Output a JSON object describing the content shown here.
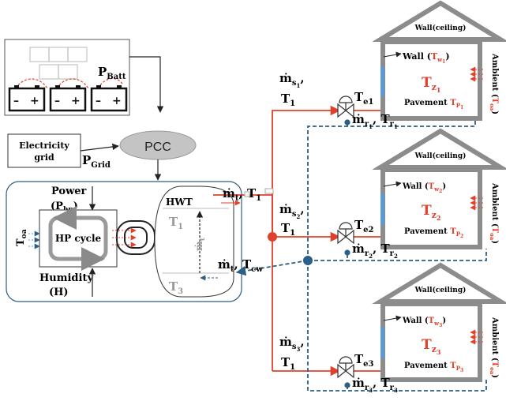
{
  "battery": {
    "p_label": "P",
    "p_sub": "Batt"
  },
  "grid": {
    "line1": "Electricity",
    "line2": "grid",
    "p_label": "P",
    "p_sub": "Grid"
  },
  "pcc": {
    "label": "PCC"
  },
  "heat_pump": {
    "power_label": "Power",
    "power_sym": "(P",
    "power_sub": "hp",
    "power_close": ")",
    "toa_label": "T",
    "toa_sub": "oa",
    "cycle_label": "HP cycle",
    "humidity_label": "Humidity",
    "humidity_sym": "(H)"
  },
  "tank": {
    "label": "HWT",
    "t1": "T",
    "t1_sub": "1",
    "t3": "T",
    "t3_sub": "3",
    "mt": "ṁ",
    "mt_sub": "t"
  },
  "supply": {
    "m": "ṁ",
    "m_sub": "t",
    "t": "T",
    "t_sub": "1"
  },
  "return": {
    "m": "ṁ",
    "m_sub": "t",
    "t": "T",
    "t_sub": "cw"
  },
  "zones": [
    {
      "wall_ceiling": "Wall(ceiling)",
      "wall": "Wall",
      "tw": "T",
      "tw_sub": "w",
      "tw_idx": "1",
      "tz": "T",
      "tz_sub": "z",
      "tz_idx": "1",
      "pavement": "Pavement",
      "tp": "T",
      "tp_sub": "P",
      "tp_idx": "1",
      "ambient": "Ambient",
      "tam": "T",
      "tam_sub": "oa",
      "ms": "ṁ",
      "ms_sub": "s",
      "ms_idx": "1",
      "ms_t": "T",
      "ms_t_sub": "1",
      "te": "T",
      "te_sub": "e1",
      "mr": "ṁ",
      "mr_sub": "r",
      "mr_idx": "1",
      "mr_t": "T",
      "mr_t_sub": "r",
      "mr_t_idx": "1"
    },
    {
      "wall_ceiling": "Wall(ceiling)",
      "wall": "Wall",
      "tw": "T",
      "tw_sub": "w",
      "tw_idx": "2",
      "tz": "T",
      "tz_sub": "z",
      "tz_idx": "2",
      "pavement": "Pavement",
      "tp": "T",
      "tp_sub": "P",
      "tp_idx": "2",
      "ambient": "Ambient",
      "tam": "T",
      "tam_sub": "oa",
      "ms": "ṁ",
      "ms_sub": "s",
      "ms_idx": "2",
      "ms_t": "T",
      "ms_t_sub": "1",
      "te": "T",
      "te_sub": "e2",
      "mr": "ṁ",
      "mr_sub": "r",
      "mr_idx": "2",
      "mr_t": "T",
      "mr_t_sub": "r",
      "mr_t_idx": "2"
    },
    {
      "wall_ceiling": "Wall(ceiling)",
      "wall": "Wall",
      "tw": "T",
      "tw_sub": "w",
      "tw_idx": "3",
      "tz": "T",
      "tz_sub": "z",
      "tz_idx": "3",
      "pavement": "Pavement",
      "tp": "T",
      "tp_sub": "P",
      "tp_idx": "3",
      "ambient": "Ambient",
      "tam": "T",
      "tam_sub": "oa",
      "ms": "ṁ",
      "ms_sub": "s",
      "ms_idx": "3",
      "ms_t": "T",
      "ms_t_sub": "1",
      "te": "T",
      "te_sub": "e3",
      "mr": "ṁ",
      "mr_sub": "r",
      "mr_idx": "3",
      "mr_t": "T",
      "mr_t_sub": "r",
      "mr_t_idx": "3"
    }
  ],
  "colors": {
    "supply": "#e0402c",
    "return": "#2c5f86",
    "house": "#8c8c8c",
    "window": "#5a9bd5"
  }
}
